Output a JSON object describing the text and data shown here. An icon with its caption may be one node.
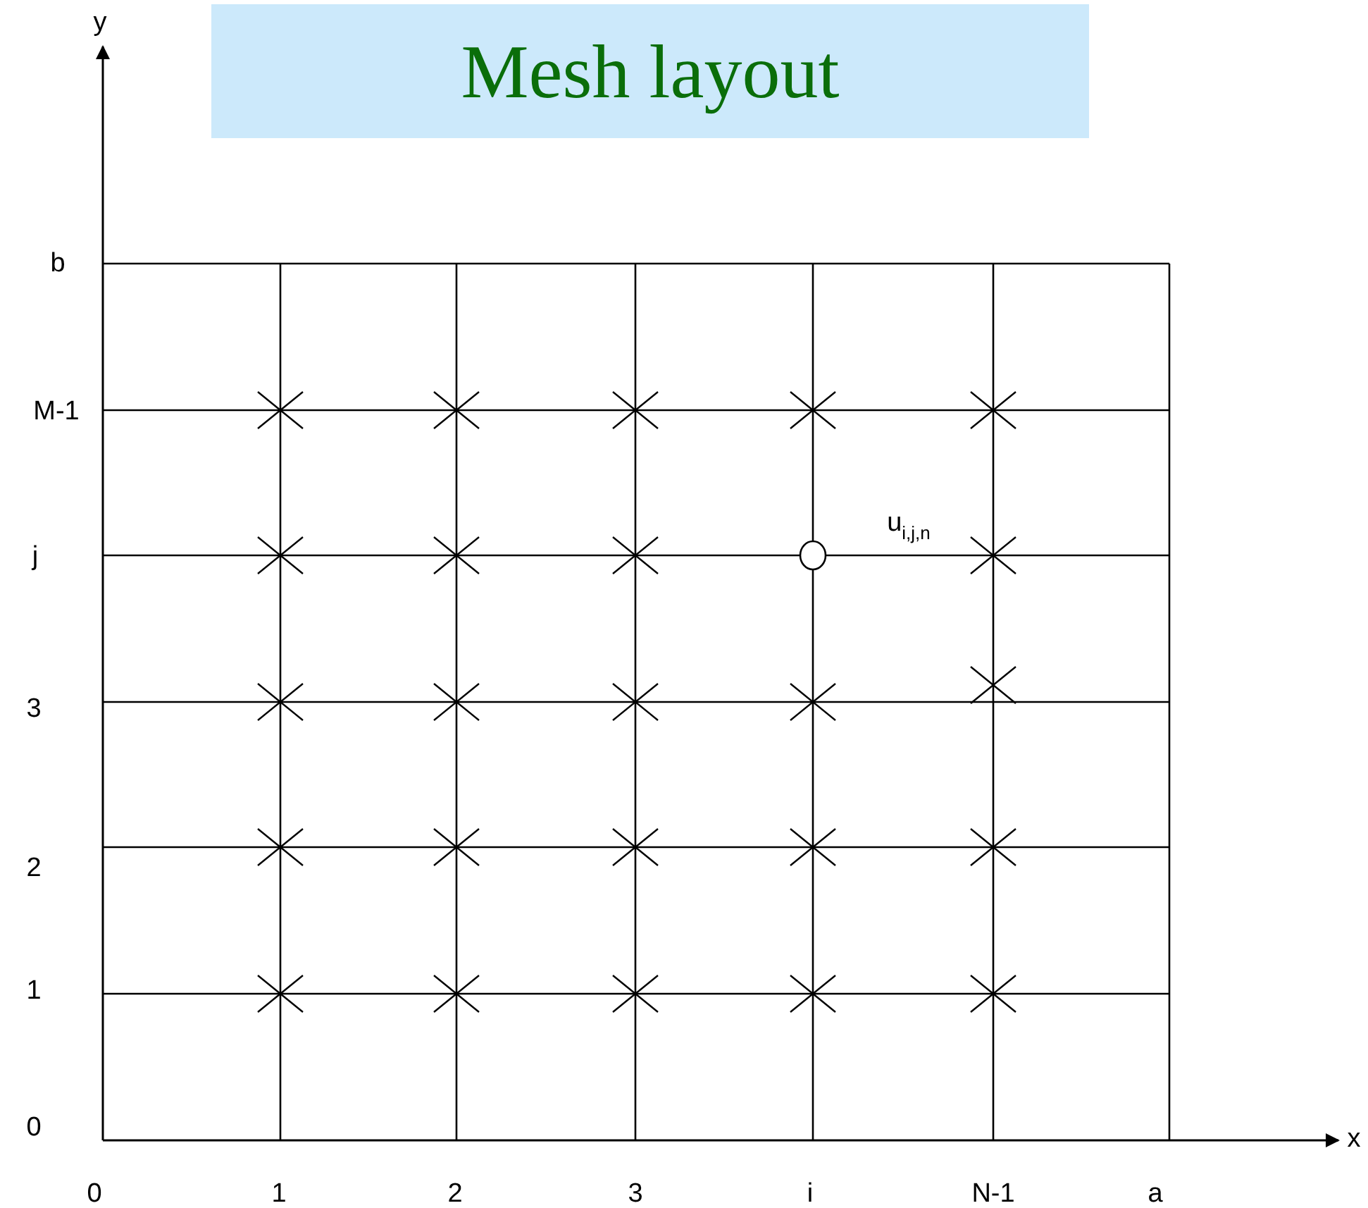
{
  "diagram": {
    "title": "Mesh layout",
    "labels": [
      "y",
      "b",
      "M-1",
      "u$_{i,j,n}$",
      "j",
      "3",
      "2",
      "1",
      "0",
      "x",
      "0",
      "1",
      "2",
      "3",
      "i",
      "N-1",
      "a"
    ]
  }
}
